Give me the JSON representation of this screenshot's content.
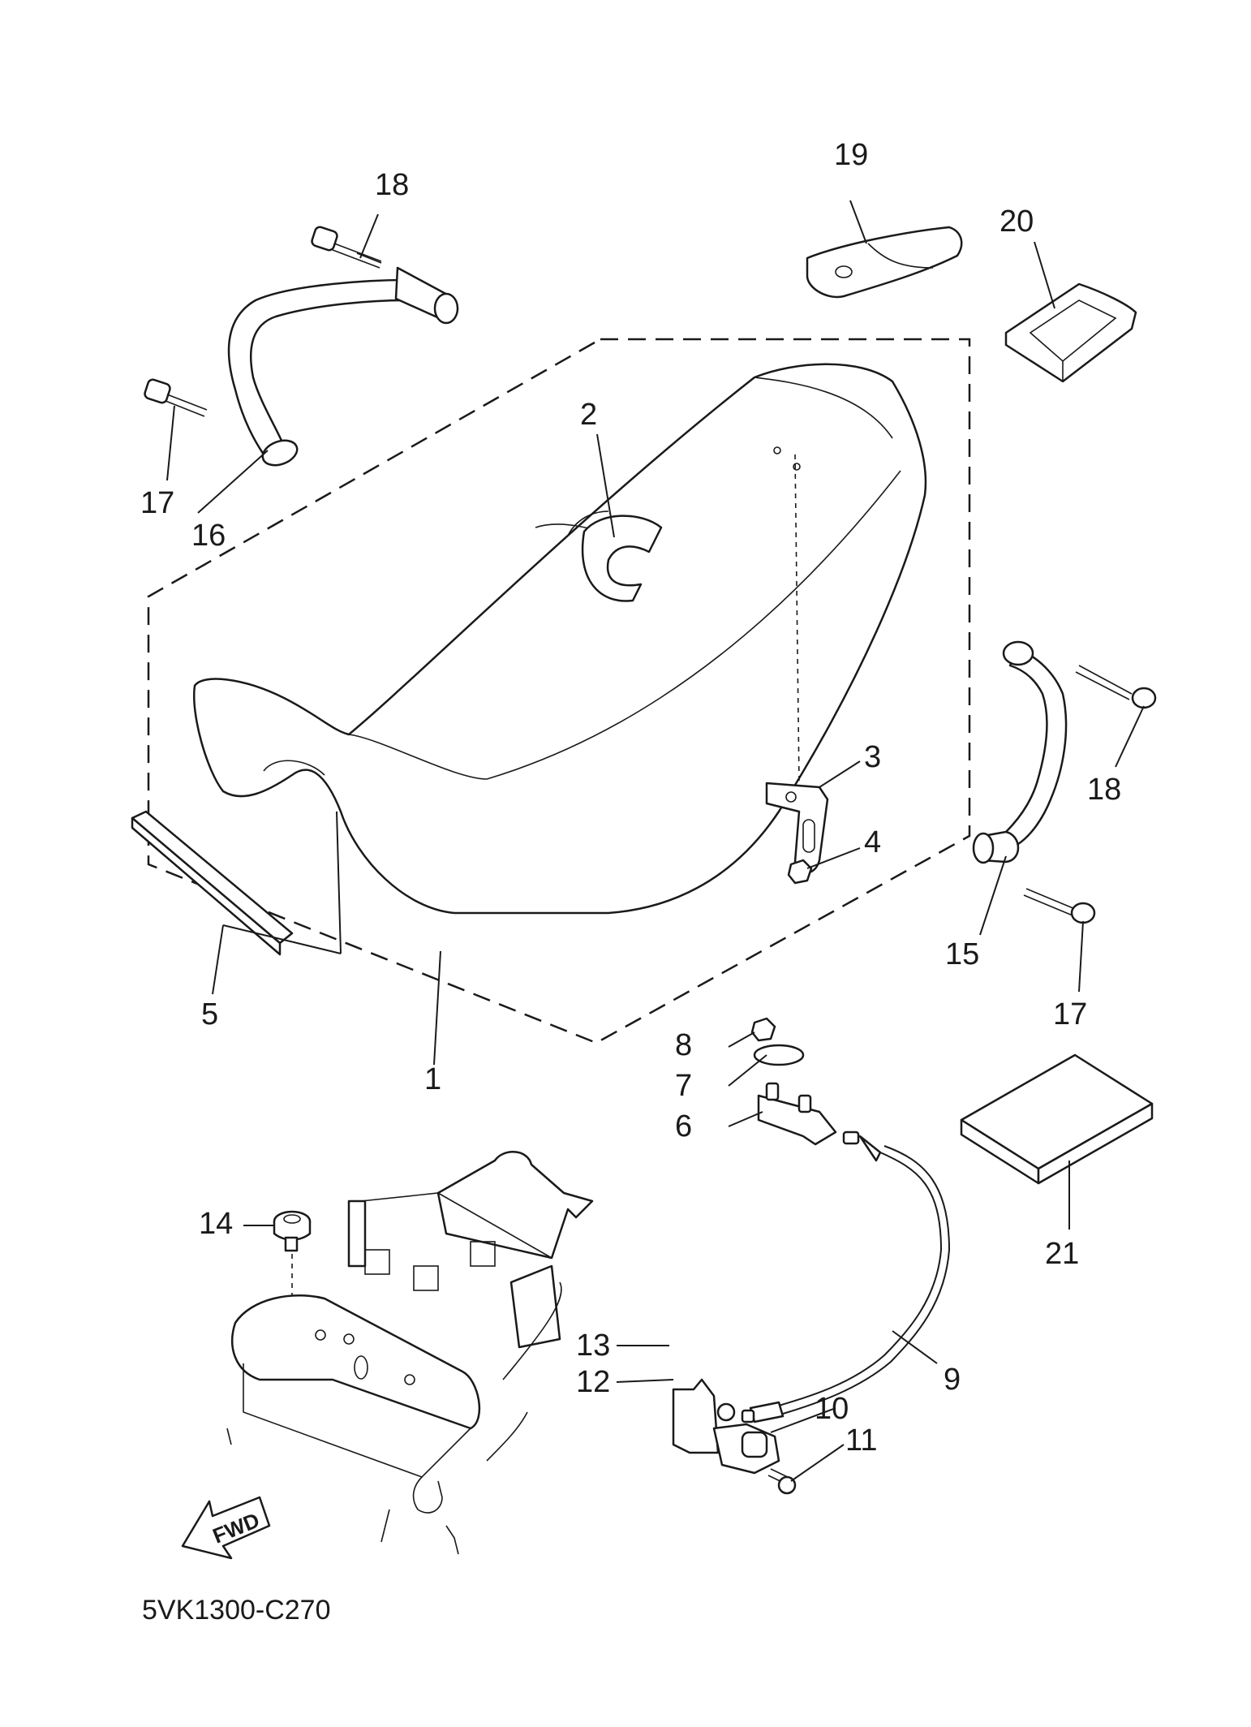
{
  "diagram": {
    "code": "5VK1300-C270",
    "fwd_label": "FWD"
  },
  "labels": {
    "p1": "1",
    "p2": "2",
    "p3": "3",
    "p4": "4",
    "p5": "5",
    "p6": "6",
    "p7": "7",
    "p8": "8",
    "p9": "9",
    "p10": "10",
    "p11": "11",
    "p12": "12",
    "p13": "13",
    "p14": "14",
    "p15": "15",
    "p16": "16",
    "p17a": "17",
    "p17b": "17",
    "p18a": "18",
    "p18b": "18",
    "p19": "19",
    "p20": "20",
    "p21": "21"
  }
}
